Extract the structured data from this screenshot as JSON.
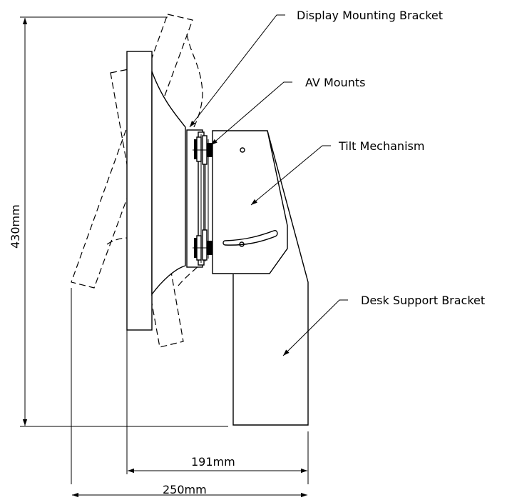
{
  "labels": {
    "display_mounting_bracket": "Display Mounting Bracket",
    "av_mounts": "AV Mounts",
    "tilt_mechanism": "Tilt Mechanism",
    "desk_support_bracket": "Desk Support Bracket"
  },
  "dimensions": {
    "height": "430mm",
    "depth_inner": "191mm",
    "depth_outer": "250mm"
  },
  "colors": {
    "line": "#000000",
    "background": "#ffffff"
  }
}
